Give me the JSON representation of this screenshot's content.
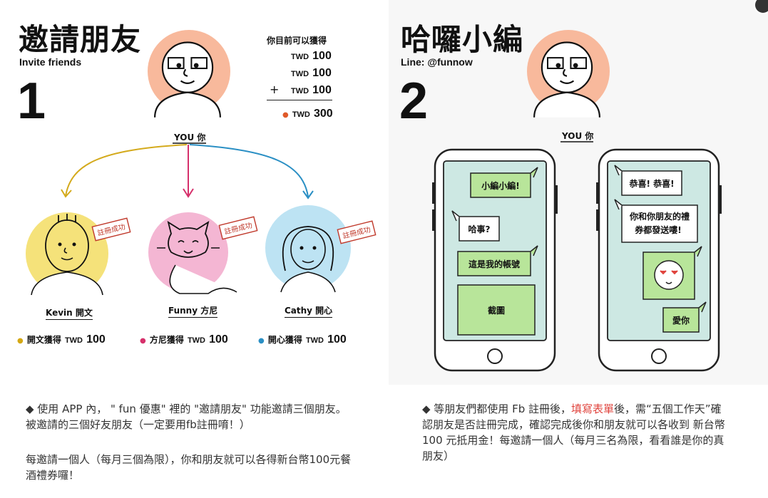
{
  "left": {
    "title": "邀請朋友",
    "subtitle": "Invite friends",
    "step": "1",
    "you_label": "YOU 你",
    "earn_header": "你目前可以獲得",
    "currency": "TWD",
    "earn_rows": [
      "100",
      "100",
      "100"
    ],
    "plus": "+",
    "total": "300",
    "stamp": "註冊成功",
    "friends": [
      {
        "name": "Kevin 開文",
        "reward_label": "開文獲得",
        "amount": "100",
        "color": "#f5e27a",
        "dot": "#d4a814"
      },
      {
        "name": "Funny 方尼",
        "reward_label": "方尼獲得",
        "amount": "100",
        "color": "#f4b6d3",
        "dot": "#d6306b"
      },
      {
        "name": "Cathy 開心",
        "reward_label": "開心獲得",
        "amount": "100",
        "color": "#bde3f3",
        "dot": "#2a8fc4"
      }
    ],
    "para1": "◆ 使用 APP 內， \" fun 優惠\" 裡的 \"邀請朋友\" 功能邀請三個朋友。被邀請的三個好友朋友（一定要用fb註冊唷！）",
    "para2": "每邀請一個人（每月三個為限），你和朋友就可以各得新台幣100元餐酒禮券囉！"
  },
  "right": {
    "title": "哈囉小編",
    "subtitle": "Line: @funnow",
    "step": "2",
    "you_label": "YOU 你",
    "phone1": [
      "小編小編!",
      "哈事?",
      "這是我的帳號",
      "截圖"
    ],
    "phone2": [
      "恭喜! 恭喜!",
      "你和你朋友的禮",
      "券都發送嘍!",
      "愛你"
    ],
    "para_a": "◆ 等朋友們都使用 Fb 註冊後，",
    "para_link": "填寫表單",
    "para_b": "後，需“五個工作天”確認朋友是否註冊完成，確認完成後你和朋友就可以各收到 新台幣 100 元抵用金！每邀請一個人（每月三名為限，看看誰是你的真朋友）"
  },
  "colors": {
    "skin_bg": "#f8b99c",
    "phone_screen": "#cde8e3",
    "bubble_green": "#b8e59a",
    "arrow_yellow": "#d4aa1c",
    "arrow_pink": "#d6306b",
    "arrow_blue": "#2a8fc4",
    "link_red": "#e0443e"
  }
}
